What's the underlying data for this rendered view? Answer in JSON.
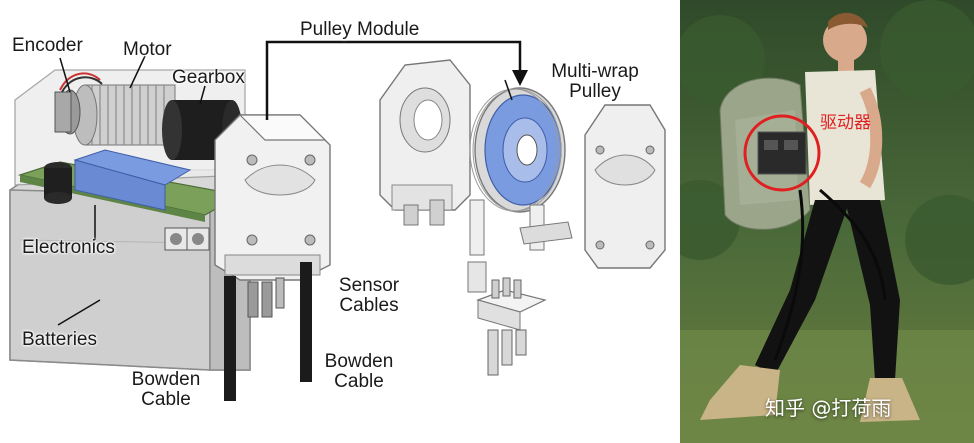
{
  "labels": {
    "encoder": "Encoder",
    "motor": "Motor",
    "gearbox": "Gearbox",
    "pulley_module": "Pulley Module",
    "multi_wrap_line1": "Multi-wrap",
    "multi_wrap_line2": "Pulley",
    "electronics": "Electronics",
    "sensor_line1": "Sensor",
    "sensor_line2": "Cables",
    "batteries": "Batteries",
    "bowden_left_line1": "Bowden",
    "bowden_left_line2": "Cable",
    "bowden_right_line1": "Bowden",
    "bowden_right_line2": "Cable",
    "driver": "驱动器"
  },
  "watermark": "知乎 @打荷雨",
  "colors": {
    "electronics_board": "#7aa05a",
    "blue_part": "#7b9be0",
    "motor_dark": "#1e1e1e",
    "annotation_red": "#e02020"
  }
}
